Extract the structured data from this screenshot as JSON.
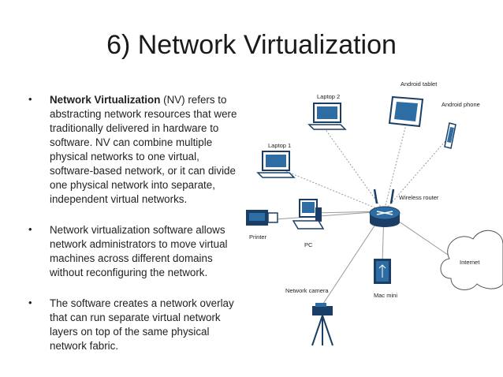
{
  "slide": {
    "title": "6) Network Virtualization",
    "bullets": [
      {
        "lead": "Network Virtualization",
        "text": " (NV) refers to abstracting network resources that were traditionally delivered in hardware to software. NV can combine multiple physical networks to one virtual, software-based network, or it can divide one physical network into separate, independent virtual networks."
      },
      {
        "lead": "",
        "text": "Network virtualization software allows network administrators to move virtual machines across different domains without reconfiguring the network."
      },
      {
        "lead": "",
        "text": "The software creates a network overlay that can run separate virtual network layers on top of the same physical network fabric."
      }
    ],
    "bullet_symbol": "•"
  },
  "diagram": {
    "labels": {
      "android_tablet": "Android tablet",
      "laptop2": "Laptop 2",
      "android_phone": "Android phone",
      "laptop1": "Laptop 1",
      "wireless_router": "Wireless router",
      "printer": "Printer",
      "pc": "PC",
      "internet": "Internet",
      "network_camera": "Network camera",
      "mac_mini": "Mac mini"
    },
    "colors": {
      "device_blue": "#2e6da4",
      "device_dark": "#1b4f7f",
      "line": "#888888"
    }
  }
}
